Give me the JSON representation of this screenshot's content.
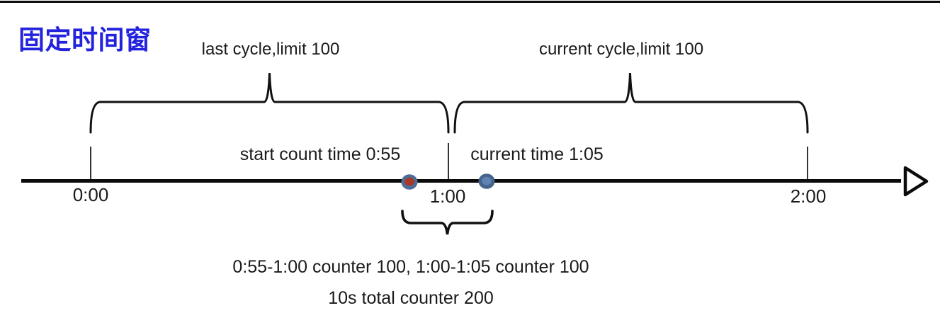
{
  "title": "固定时间窗",
  "colors": {
    "title_blue": "#2323DE",
    "ink": "#111111",
    "text": "#1a1a1a",
    "dot_red_ring": "#4E6C98",
    "dot_red": "#A93826",
    "dot_blue_ring": "#44648C",
    "dot_blue": "#5E82B2"
  },
  "cycles": {
    "last_cycle_label": "last cycle,limit 100",
    "current_cycle_label": "current cycle,limit 100"
  },
  "timeline": {
    "tick_labels": [
      "0:00",
      "1:00",
      "2:00"
    ],
    "start_count_label": "start count time 0:55",
    "current_time_label": "current time 1:05",
    "markers": [
      {
        "name": "start-count-dot",
        "time": "0:55",
        "color": "red"
      },
      {
        "name": "current-time-dot",
        "time": "1:05",
        "color": "blue"
      }
    ]
  },
  "summary": {
    "line1": "0:55-1:00 counter 100, 1:00-1:05 counter 100",
    "line2": "10s total counter 200"
  }
}
